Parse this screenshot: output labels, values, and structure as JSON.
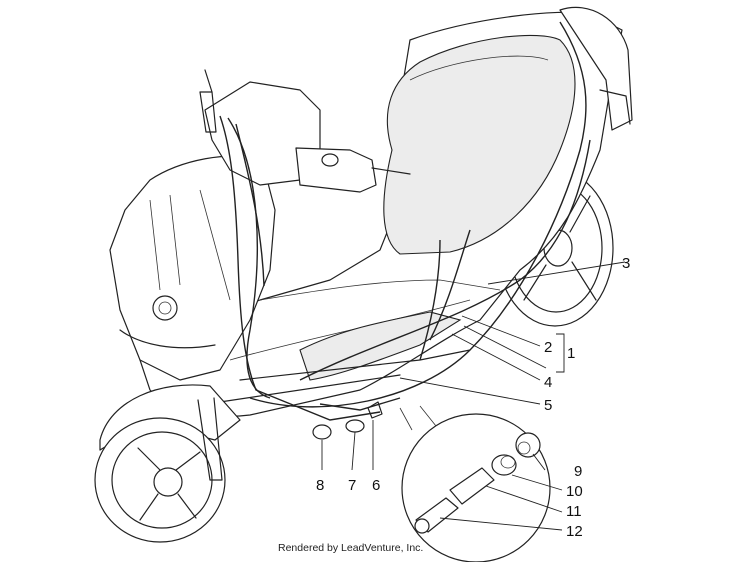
{
  "callouts": [
    "1",
    "2",
    "3",
    "4",
    "5",
    "6",
    "7",
    "8",
    "9",
    "10",
    "11",
    "12"
  ],
  "credit": "Rendered by LeadVenture, Inc."
}
